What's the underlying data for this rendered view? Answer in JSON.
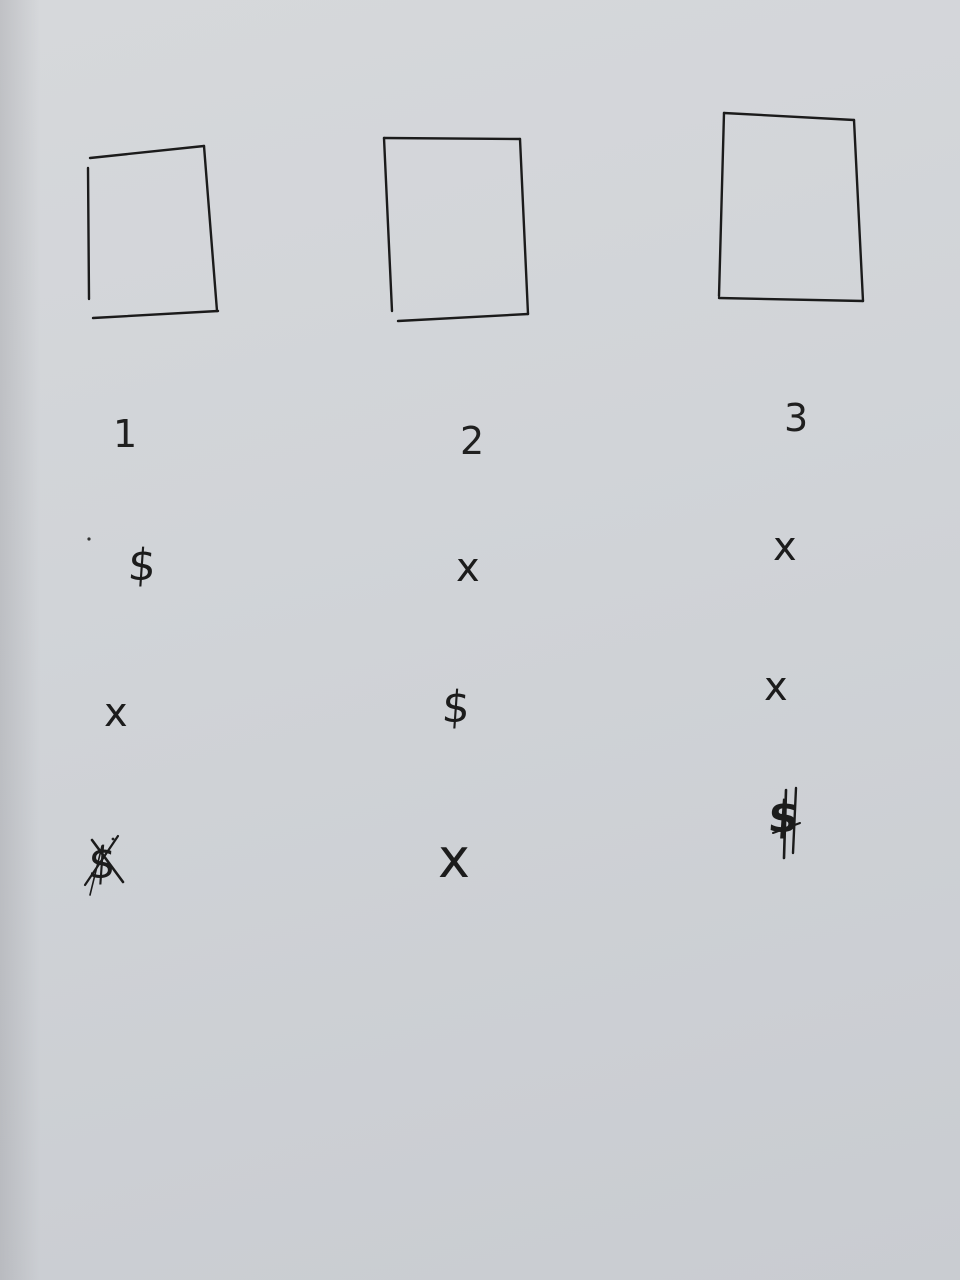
{
  "columns": [
    {
      "number": "1",
      "marks": [
        "$",
        "x",
        "$"
      ]
    },
    {
      "number": "2",
      "marks": [
        "x",
        "$",
        "x"
      ]
    },
    {
      "number": "3",
      "marks": [
        "x",
        "x",
        "$"
      ]
    }
  ]
}
